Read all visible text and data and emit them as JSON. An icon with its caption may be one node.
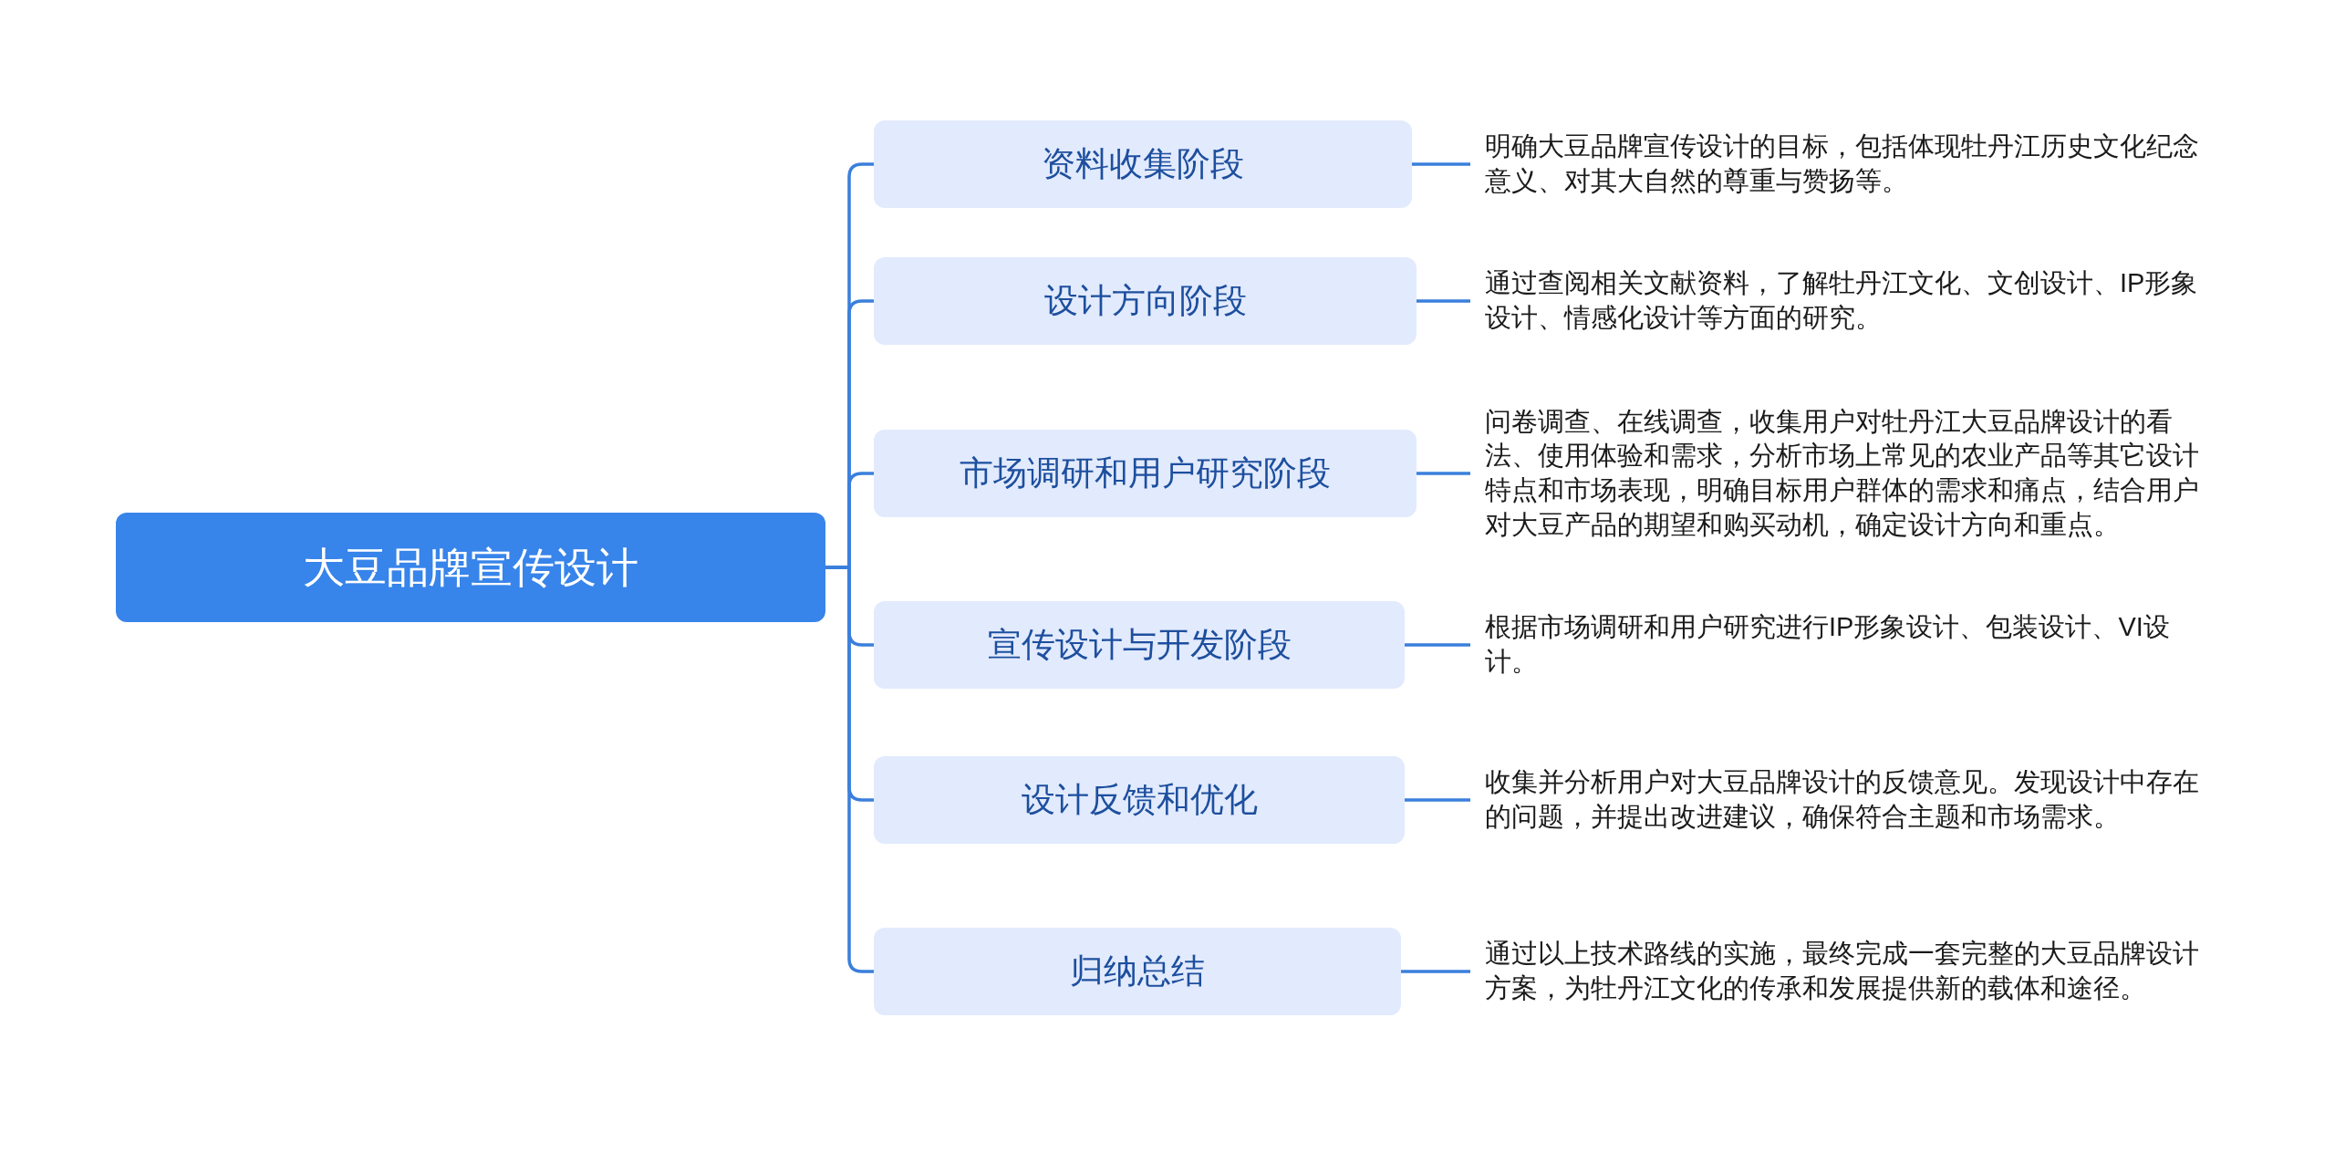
{
  "diagram": {
    "nodes": [
      {
        "text": [
          "大豆品牌宣传设计"
        ]
      },
      {
        "text": [
          "资料收集阶段"
        ]
      },
      {
        "text": [
          "设计方向阶段"
        ]
      },
      {
        "text": [
          "市场调研和用户研究阶段"
        ]
      },
      {
        "text": [
          "宣传设计与开发阶段"
        ]
      },
      {
        "text": [
          "设计反馈和优化"
        ]
      },
      {
        "text": [
          "归纳总结"
        ]
      },
      {
        "text": [
          "明确大豆品牌宣传设计的目标，包括体现牡丹江历史文化纪念意义、对其大自然的尊重与赞扬等。"
        ]
      },
      {
        "text": [
          "通过查阅相关文献资料，了解牡丹江文化、文创设计、IP形象设计、情感化设计等方面的研究。"
        ]
      },
      {
        "text": [
          "问卷调查、在线调查，收集用户对牡丹江大豆品牌设计的看法、使用体验和需求，分析市场上常见的农业产品等其它设计特点和市场表现，明确目标用户群体的需求和痛点，结合用户对大豆产品的期望和购买动机，确定设计方向和重点。"
        ]
      },
      {
        "text": [
          "根据市场调研和用户研究进行IP形象设计、包装设计、VI设计。"
        ]
      },
      {
        "text": [
          "收集并分析用户对大豆品牌设计的反馈意见。发现设计中存在的问题，并提出改进建议，确保符合主题和市场需求。"
        ]
      },
      {
        "text": [
          "通过以上技术路线的实施，最终完成一套完整的大豆品牌设计方案，为牡丹江文化的传承和发展提供新的载体和途径。"
        ]
      }
    ],
    "edges": [
      {
        "from": 0,
        "to": 1,
        "arrow": "none"
      },
      {
        "from": 0,
        "to": 2,
        "arrow": "none"
      },
      {
        "from": 0,
        "to": 3,
        "arrow": "none"
      },
      {
        "from": 0,
        "to": 4,
        "arrow": "none"
      },
      {
        "from": 0,
        "to": 5,
        "arrow": "none"
      },
      {
        "from": 0,
        "to": 6,
        "arrow": "none"
      },
      {
        "from": 1,
        "to": 7,
        "arrow": "none"
      },
      {
        "from": 2,
        "to": 8,
        "arrow": "none"
      },
      {
        "from": 3,
        "to": 9,
        "arrow": "none"
      },
      {
        "from": 4,
        "to": 10,
        "arrow": "none"
      },
      {
        "from": 5,
        "to": 11,
        "arrow": "none"
      },
      {
        "from": 6,
        "to": 12,
        "arrow": "none"
      }
    ]
  }
}
